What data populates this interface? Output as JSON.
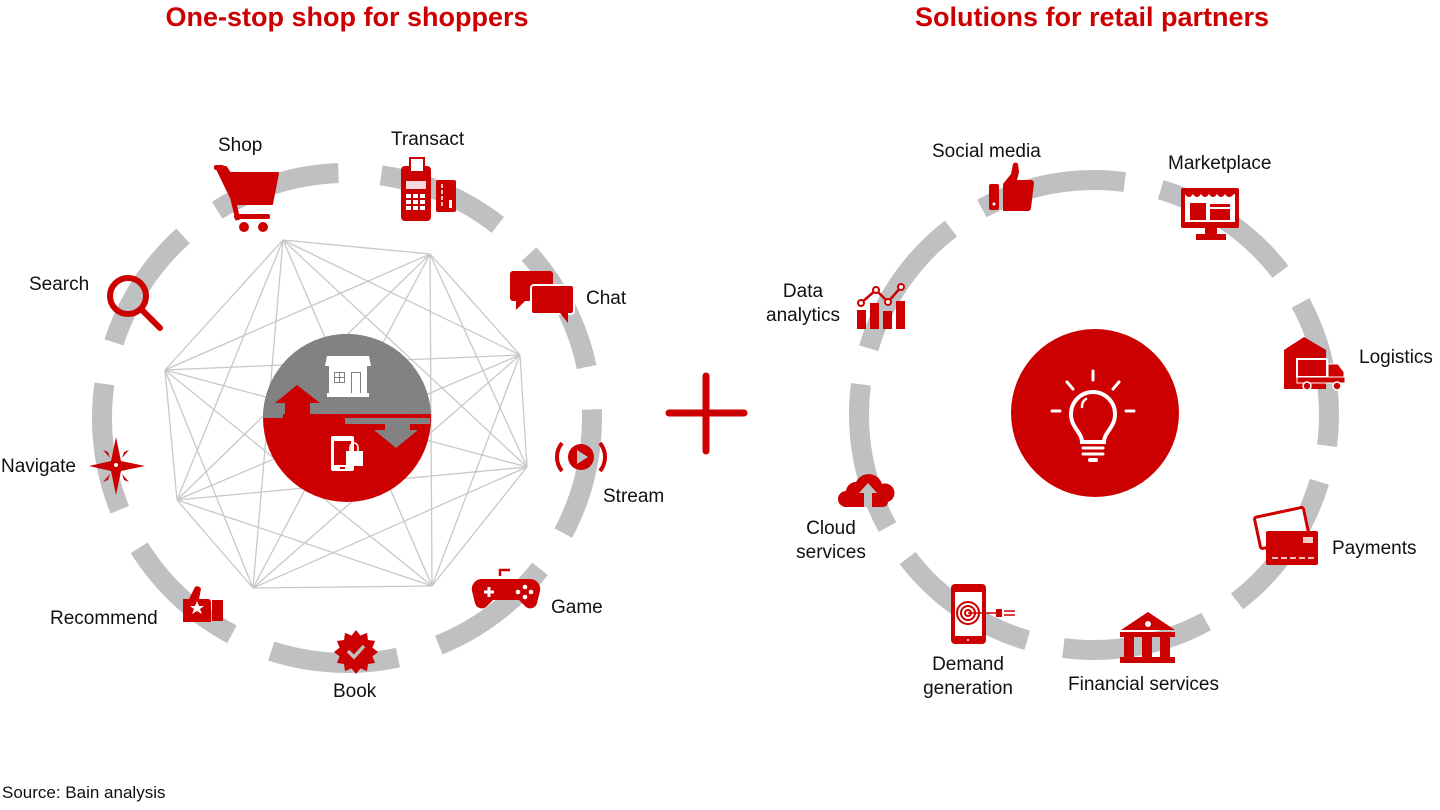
{
  "titles": {
    "left": "One-stop shop for shoppers",
    "right": "Solutions for retail partners"
  },
  "colors": {
    "accent": "#cc0000",
    "ring": "#bfc0c2",
    "network": "#c8c8c8",
    "hub_top": "#7f7f7f",
    "text": "#111111"
  },
  "left_hub": {
    "top_icon": "storefront-icon",
    "bottom_icon": "mobile-shopping-icon",
    "arrows": [
      "arrow-up-icon",
      "arrow-down-icon"
    ]
  },
  "shopper_features": [
    {
      "label": "Shop",
      "icon": "shopping-cart-icon"
    },
    {
      "label": "Transact",
      "icon": "payment-terminal-icon"
    },
    {
      "label": "Chat",
      "icon": "chat-bubbles-icon"
    },
    {
      "label": "Stream",
      "icon": "stream-play-icon"
    },
    {
      "label": "Game",
      "icon": "gamepad-icon"
    },
    {
      "label": "Book",
      "icon": "verified-badge-icon"
    },
    {
      "label": "Recommend",
      "icon": "thumbs-up-star-icon"
    },
    {
      "label": "Navigate",
      "icon": "compass-star-icon"
    },
    {
      "label": "Search",
      "icon": "magnifier-icon"
    }
  ],
  "connector": {
    "icon": "plus-icon"
  },
  "right_hub": {
    "icon": "lightbulb-icon"
  },
  "partner_solutions": [
    {
      "label": "Social media",
      "icon": "thumbs-up-icon"
    },
    {
      "label": "Marketplace",
      "icon": "online-store-icon"
    },
    {
      "label": "Logistics",
      "icon": "warehouse-truck-icon"
    },
    {
      "label": "Payments",
      "icon": "credit-cards-icon"
    },
    {
      "label": "Financial services",
      "icon": "bank-icon"
    },
    {
      "label": "Demand generation",
      "icon": "mobile-target-icon"
    },
    {
      "label": "Cloud services",
      "icon": "cloud-upload-icon"
    },
    {
      "label": "Data analytics",
      "icon": "analytics-chart-icon"
    }
  ],
  "footer": {
    "source": "Source: Bain analysis"
  }
}
